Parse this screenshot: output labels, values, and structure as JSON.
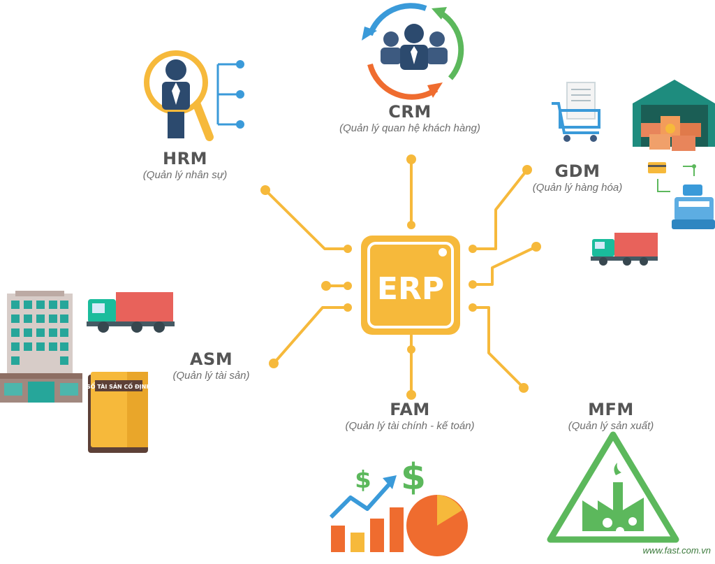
{
  "center": {
    "label": "ERP"
  },
  "modules": {
    "crm": {
      "code": "CRM",
      "desc": "(Quản lý quan hệ khách hàng)"
    },
    "hrm": {
      "code": "HRM",
      "desc": "(Quản lý nhân sự)"
    },
    "gdm": {
      "code": "GDM",
      "desc": "(Quản lý hàng hóa)"
    },
    "asm": {
      "code": "ASM",
      "desc": "(Quản lý tài sản)"
    },
    "fam": {
      "code": "FAM",
      "desc": "(Quản lý tài chính - kế toán)"
    },
    "mfm": {
      "code": "MFM",
      "desc": "(Quản lý sản xuất)"
    }
  },
  "book": {
    "title": "SỔ TÀI SẢN CỐ ĐỊNH"
  },
  "finance": {
    "currency_small": "$",
    "currency_large": "$"
  },
  "brand": {
    "url": "www.fast.com.vn"
  },
  "colors": {
    "circuit": "#f6b93b",
    "chip": "#f6b93b",
    "text_dark": "#555555",
    "accent_blue": "#3a9ad9",
    "accent_green": "#5cb85c",
    "accent_orange": "#ef6c2f",
    "truck_teal": "#1abc9c",
    "truck_red": "#e8625b"
  }
}
